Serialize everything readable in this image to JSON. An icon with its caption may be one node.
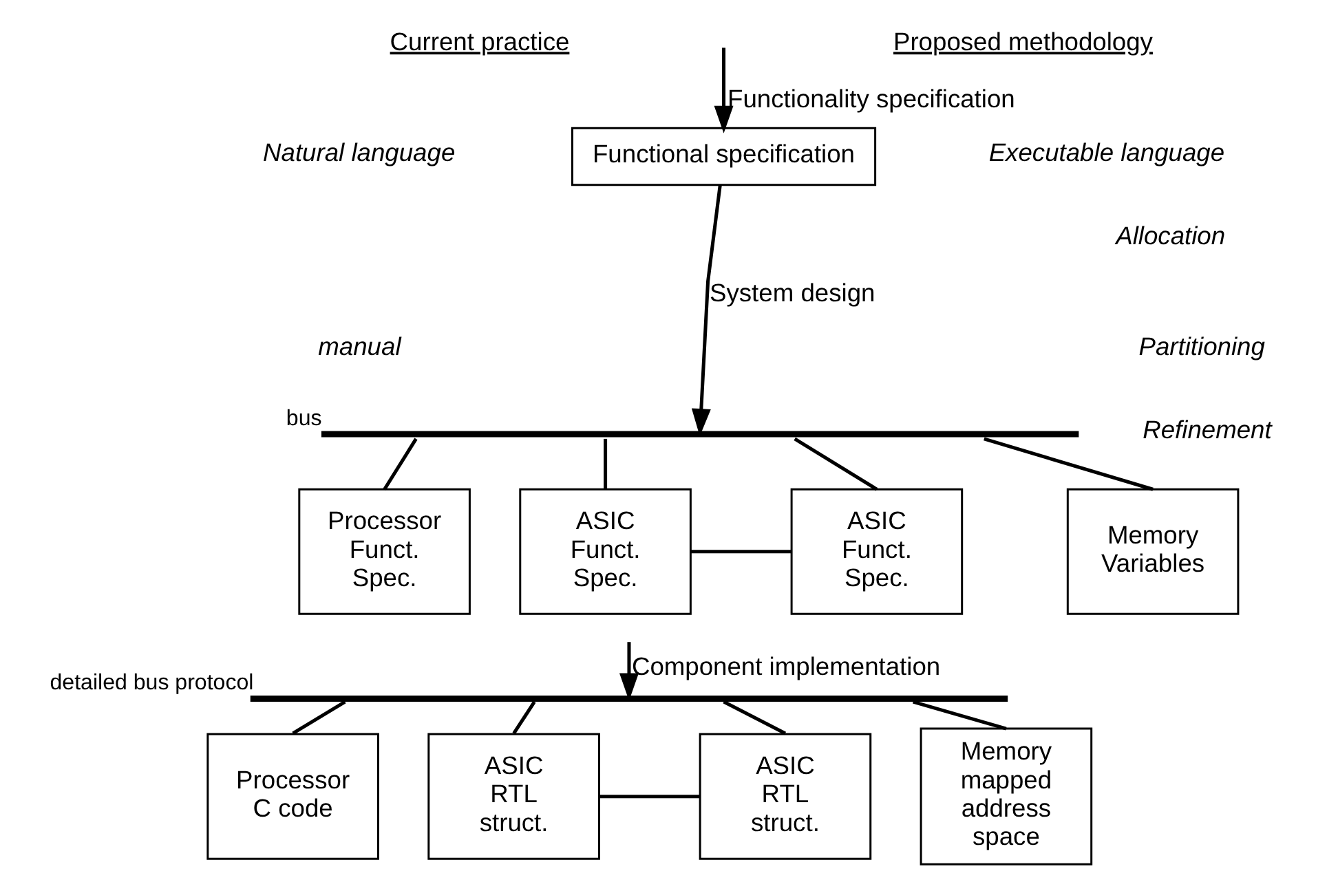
{
  "diagram": {
    "nodes": [
      {
        "text": [
          "Functional specification"
        ]
      },
      {
        "text": [],
        "shape": "bar",
        "beside": [
          "bus"
        ]
      },
      {
        "text": [
          "Processor Funct. Spec."
        ]
      },
      {
        "text": [
          "ASIC Funct. Spec."
        ]
      },
      {
        "text": [
          "ASIC Funct. Spec."
        ]
      },
      {
        "text": [
          "Memory Variables"
        ]
      },
      {
        "text": [],
        "shape": "bar",
        "beside": [
          "detailed bus protocol"
        ]
      },
      {
        "text": [
          "Processor C code"
        ]
      },
      {
        "text": [
          "ASIC RTL struct."
        ]
      },
      {
        "text": [
          "ASIC RTL struct."
        ]
      },
      {
        "text": [
          "Memory mapped address space"
        ]
      }
    ],
    "edges": [
      {
        "from": null,
        "to": 0,
        "arrow": "to",
        "label": "Functionality specification"
      },
      {
        "from": 0,
        "to": 1,
        "arrow": "to",
        "label": "System design"
      },
      {
        "from": 1,
        "to": 2,
        "arrow": "none"
      },
      {
        "from": 1,
        "to": 3,
        "arrow": "none"
      },
      {
        "from": 1,
        "to": 4,
        "arrow": "none"
      },
      {
        "from": 1,
        "to": 5,
        "arrow": "none"
      },
      {
        "from": 3,
        "to": 4,
        "arrow": "none"
      },
      {
        "from": null,
        "to": 6,
        "arrow": "to",
        "label": "Component implementation"
      },
      {
        "from": 6,
        "to": 7,
        "arrow": "none"
      },
      {
        "from": 6,
        "to": 8,
        "arrow": "none"
      },
      {
        "from": 6,
        "to": 9,
        "arrow": "none"
      },
      {
        "from": 6,
        "to": 10,
        "arrow": "none"
      },
      {
        "from": 8,
        "to": 9,
        "arrow": "none"
      }
    ],
    "labels": [
      "Current practice",
      "Proposed methodology",
      "Natural language",
      "Executable language",
      "Allocation",
      "Partitioning",
      "Refinement",
      "manual"
    ]
  }
}
